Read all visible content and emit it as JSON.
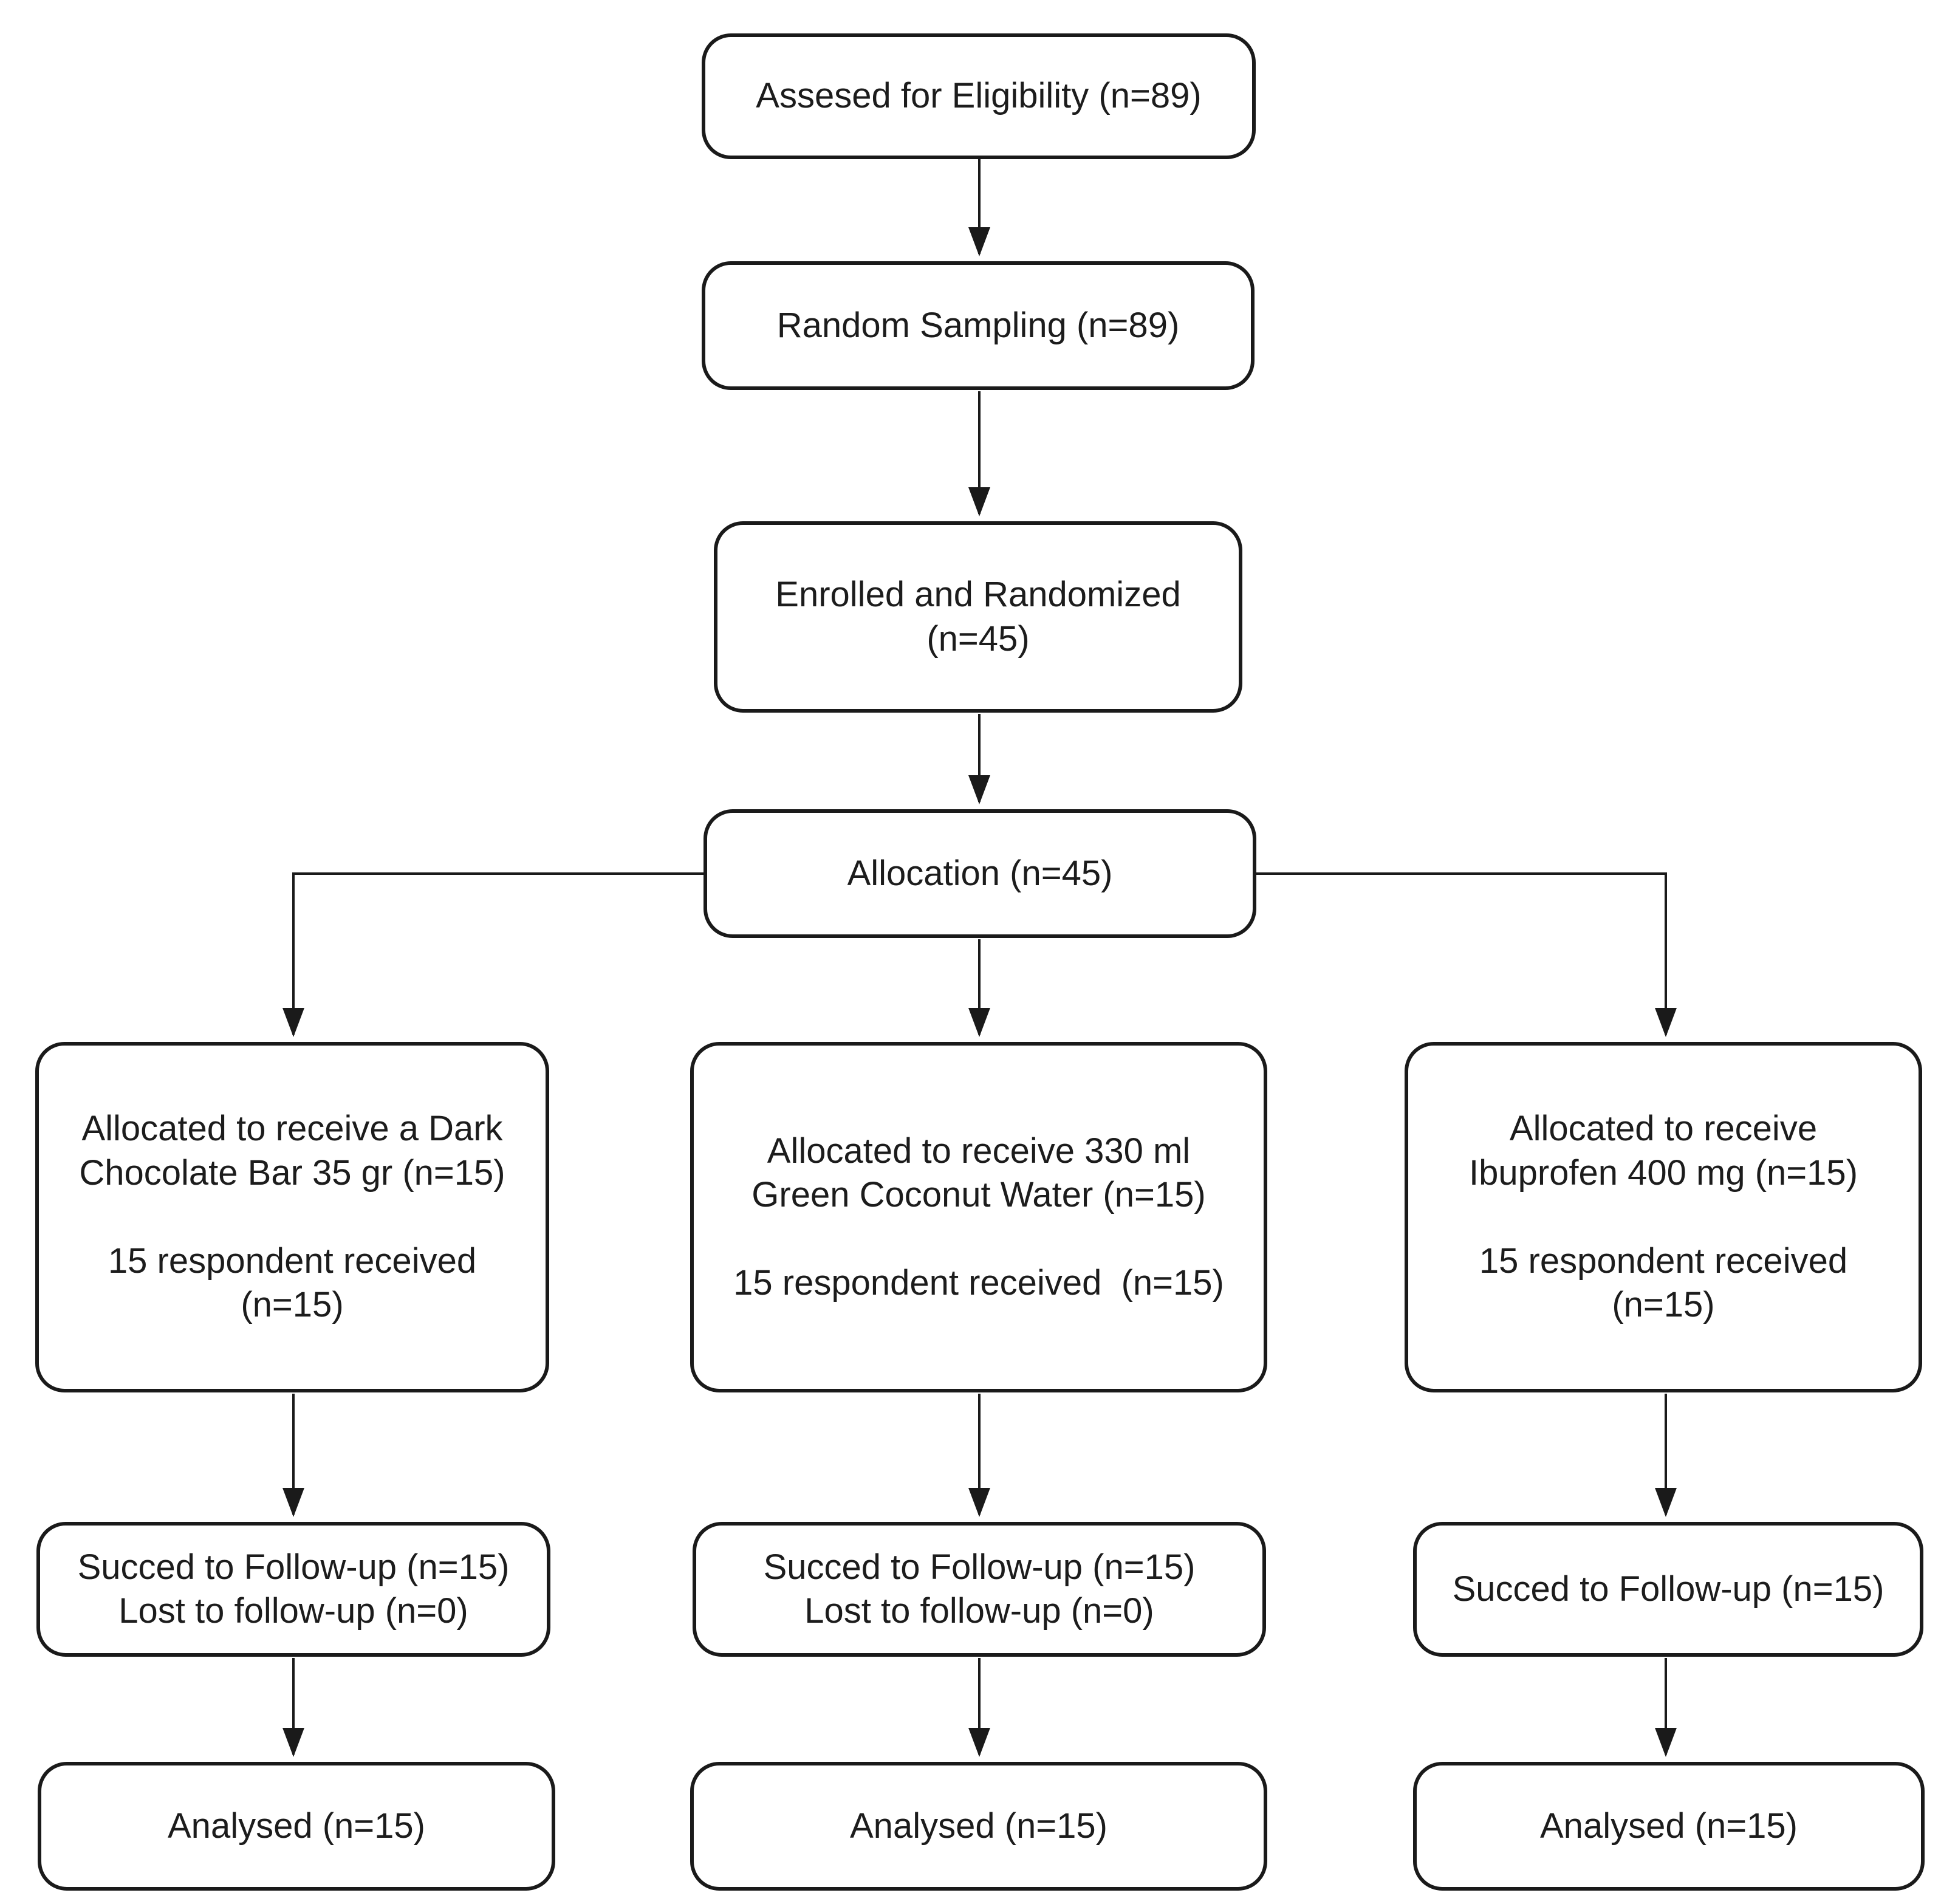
{
  "flowchart": {
    "kind": "participant-flow-diagram",
    "colors": {
      "box_fill": "#ffffff",
      "box_border": "#1a1a1a",
      "connector": "#1a1a1a",
      "text": "#1c1c1c",
      "background": "#ffffff"
    },
    "nodes": {
      "assessed": {
        "label": "Assesed for Eligibility (n=89)"
      },
      "random_sampling": {
        "label": "Random Sampling (n=89)"
      },
      "enrolled": {
        "label": "Enrolled and Randomized\n(n=45)"
      },
      "allocation": {
        "label": "Allocation (n=45)"
      },
      "alloc_chocolate": {
        "label": "Allocated to receive a Dark\nChocolate Bar 35 gr (n=15)\n\n15 respondent received\n(n=15)"
      },
      "alloc_coconut": {
        "label": "Allocated to receive 330 ml\nGreen Coconut Water (n=15)\n\n15 respondent received  (n=15)"
      },
      "alloc_ibuprofen": {
        "label": "Allocated to receive\nIbuprofen 400 mg (n=15)\n\n15 respondent received\n(n=15)"
      },
      "followup_chocolate": {
        "label": "Succed to Follow-up (n=15)\nLost to follow-up (n=0)"
      },
      "followup_coconut": {
        "label": "Succed to Follow-up (n=15)\nLost to follow-up (n=0)"
      },
      "followup_ibuprofen": {
        "label": "Succed to Follow-up (n=15)"
      },
      "analysed_chocolate": {
        "label": "Analysed (n=15)"
      },
      "analysed_coconut": {
        "label": "Analysed (n=15)"
      },
      "analysed_ibuprofen": {
        "label": "Analysed (n=15)"
      }
    },
    "edges": [
      {
        "from": "assessed",
        "to": "random_sampling"
      },
      {
        "from": "random_sampling",
        "to": "enrolled"
      },
      {
        "from": "enrolled",
        "to": "allocation"
      },
      {
        "from": "allocation",
        "to": "alloc_chocolate"
      },
      {
        "from": "allocation",
        "to": "alloc_coconut"
      },
      {
        "from": "allocation",
        "to": "alloc_ibuprofen"
      },
      {
        "from": "alloc_chocolate",
        "to": "followup_chocolate"
      },
      {
        "from": "alloc_coconut",
        "to": "followup_coconut"
      },
      {
        "from": "alloc_ibuprofen",
        "to": "followup_ibuprofen"
      },
      {
        "from": "followup_chocolate",
        "to": "analysed_chocolate"
      },
      {
        "from": "followup_coconut",
        "to": "analysed_coconut"
      },
      {
        "from": "followup_ibuprofen",
        "to": "analysed_ibuprofen"
      }
    ]
  }
}
